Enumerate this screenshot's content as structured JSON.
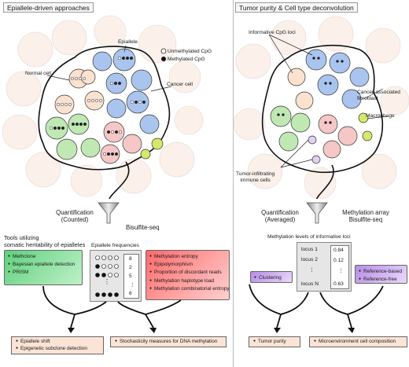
{
  "left": {
    "header": "Epiallele-driven approaches",
    "labels": {
      "epiallele": "Epiallele",
      "normal_cell": "Normal  cell",
      "cancer_cell": "Cancer cell",
      "legend_unmeth": "Unmethylated CpG",
      "legend_meth": "Methylated CpG"
    },
    "quant_title": "Quantification",
    "quant_sub": "(Counted)",
    "method": "Bisulfite-seq",
    "tools_title_1": "Tools utilizing",
    "tools_title_2": "somatic heritability of epialleles",
    "tools": [
      "Methclone",
      "Bayesian epiallele detection",
      "PRISM"
    ],
    "freq_title": "Epiallele frequencies",
    "freq_values": [
      "8",
      "2",
      "5",
      "⋮",
      "6"
    ],
    "measures": [
      "Methylation entropy",
      "Epipolymorphism",
      "Proportion of discordant reads",
      "Methylation haplotype load",
      "Methylation combinatorial entropy"
    ],
    "out1": [
      "Epiallele shift",
      "Epigenetic subclone detection"
    ],
    "out2": [
      "Stochasticity measures for DNA methylation"
    ]
  },
  "right": {
    "header": "Tumor purity & Cell type deconvolution",
    "labels": {
      "cpg_loci": "Informative CpG loci",
      "caf_1": "Cancer-associated",
      "caf_2": "fibroblast",
      "macrophage": "Macrophage",
      "til_1": "Tumor-infiltrating",
      "til_2": "immune cells"
    },
    "quant_title": "Quantification",
    "quant_sub": "(Averaged)",
    "method_1": "Methylation array",
    "method_2": "Bisulfite-seq",
    "levels_title": "Methylation levels of informative loci",
    "loci": [
      "locus 1",
      "locus 2",
      "⋮",
      "locus N"
    ],
    "values": [
      "0.84",
      "0.12",
      "⋮",
      "0.63"
    ],
    "clustering": [
      "Clustering"
    ],
    "reference": [
      "Reference-based",
      "Reference-free"
    ],
    "out1": [
      "Tumor purity"
    ],
    "out2": [
      "Microenvironment cell composition"
    ]
  },
  "colors": {
    "normal_cell": "#fbe2cf",
    "cancer_cell": "#a9c4ee",
    "green_cell": "#bfe8b3",
    "pink_cell": "#f6c7c7",
    "macrophage": "#d6e86a",
    "immune": "#e2d0f0"
  }
}
